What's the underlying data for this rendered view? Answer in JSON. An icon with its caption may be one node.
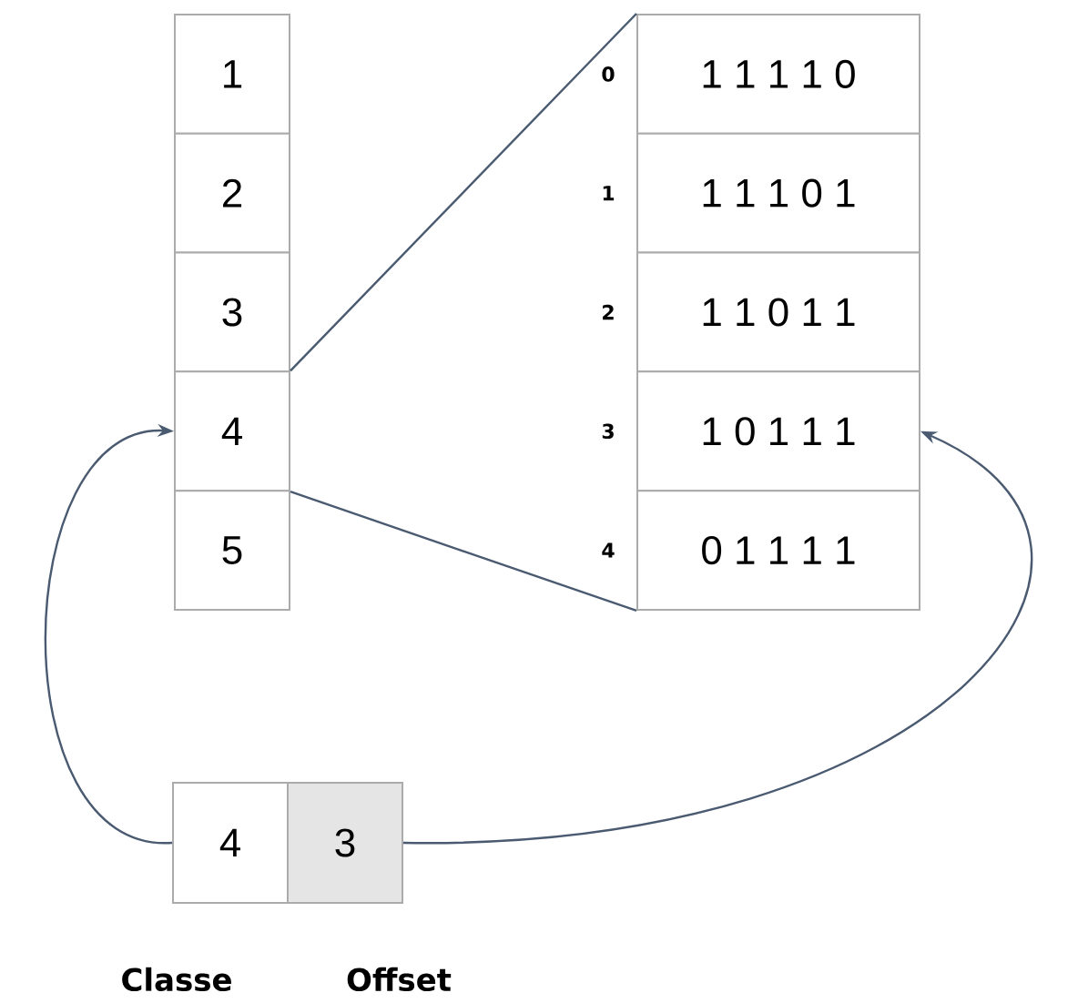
{
  "diagram": {
    "nodes": [
      {
        "text": [
          "1"
        ]
      },
      {
        "text": [
          "2"
        ]
      },
      {
        "text": [
          "3"
        ]
      },
      {
        "text": [
          "4"
        ]
      },
      {
        "text": [
          "5"
        ]
      },
      {
        "text": [
          "1 1 1 1 0"
        ],
        "beside": [
          "0"
        ]
      },
      {
        "text": [
          "1 1 1 0 1"
        ],
        "beside": [
          "1"
        ]
      },
      {
        "text": [
          "1 1 0 1 1"
        ],
        "beside": [
          "2"
        ]
      },
      {
        "text": [
          "1 0 1 1 1"
        ],
        "beside": [
          "3"
        ]
      },
      {
        "text": [
          "0 1 1 1 1"
        ],
        "beside": [
          "4"
        ]
      },
      {
        "text": [
          "4"
        ],
        "beside": [
          "Classe"
        ]
      },
      {
        "text": [
          "3"
        ],
        "beside": [
          "Offset"
        ]
      }
    ],
    "edges": [
      {
        "from": 3,
        "to": 5,
        "arrow": "none"
      },
      {
        "from": 3,
        "to": 9,
        "arrow": "none"
      },
      {
        "from": 10,
        "to": 3,
        "arrow": "to"
      },
      {
        "from": 11,
        "to": 8,
        "arrow": "to"
      }
    ]
  }
}
